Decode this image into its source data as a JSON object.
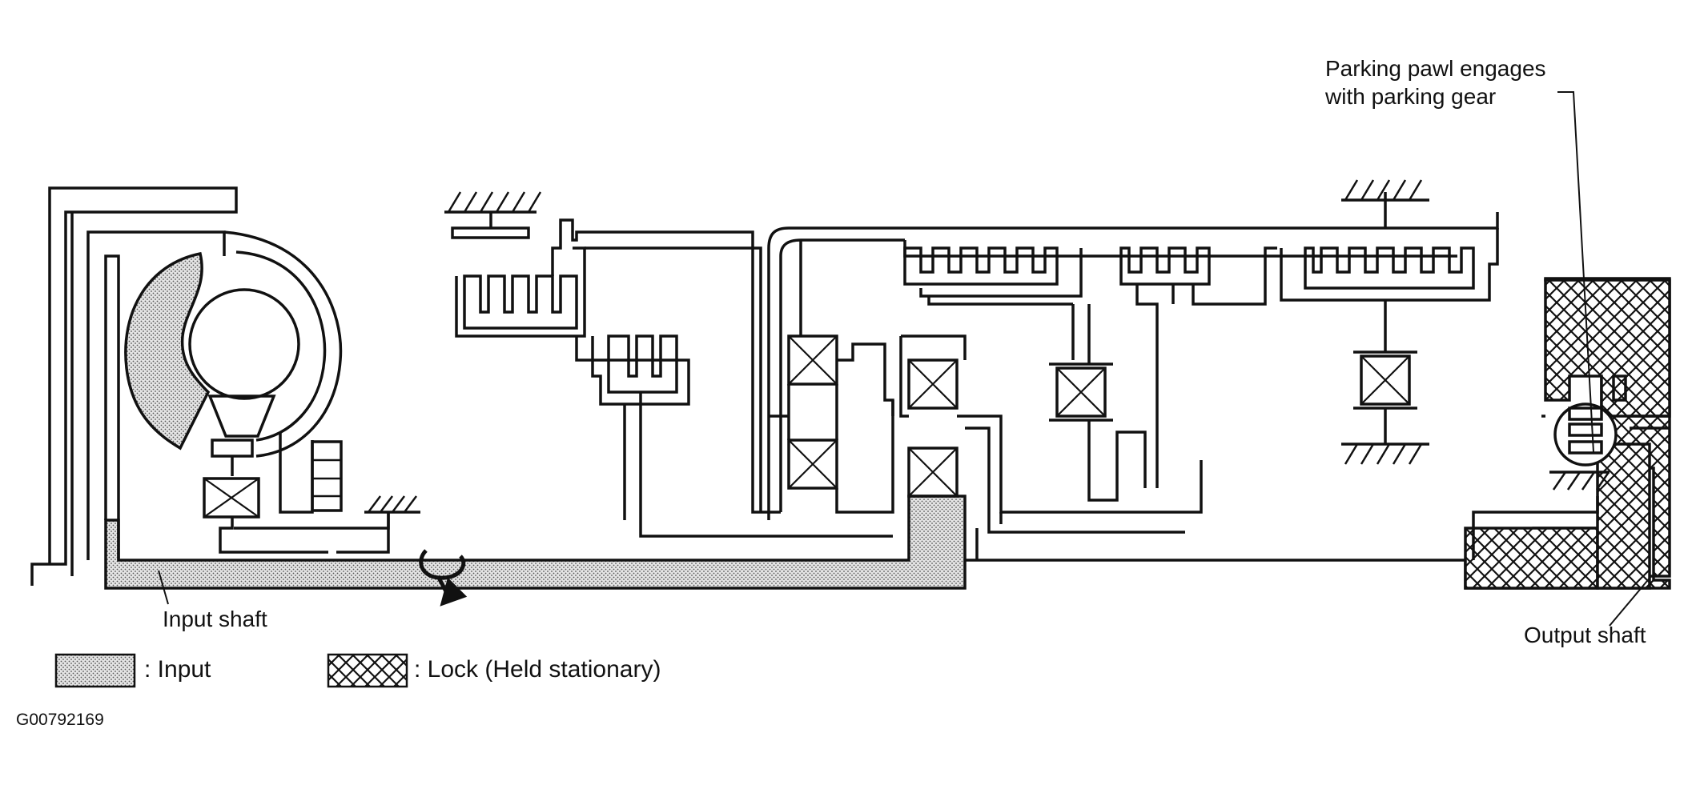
{
  "colors": {
    "line": "#111111",
    "input_fill": "#c8c8c8",
    "lock_hatch": "#111111",
    "background": "#ffffff"
  },
  "labels": {
    "parking_line1": "Parking pawl engages",
    "parking_line2": "with parking gear",
    "input_shaft": "Input shaft",
    "output_shaft": "Output shaft"
  },
  "legend": {
    "input": ": Input",
    "lock": ": Lock (Held stationary)"
  },
  "figure_id": "G00792169",
  "icons": {
    "rotation": "rotation-arrow-icon",
    "ground": "ground-hatch-icon"
  }
}
